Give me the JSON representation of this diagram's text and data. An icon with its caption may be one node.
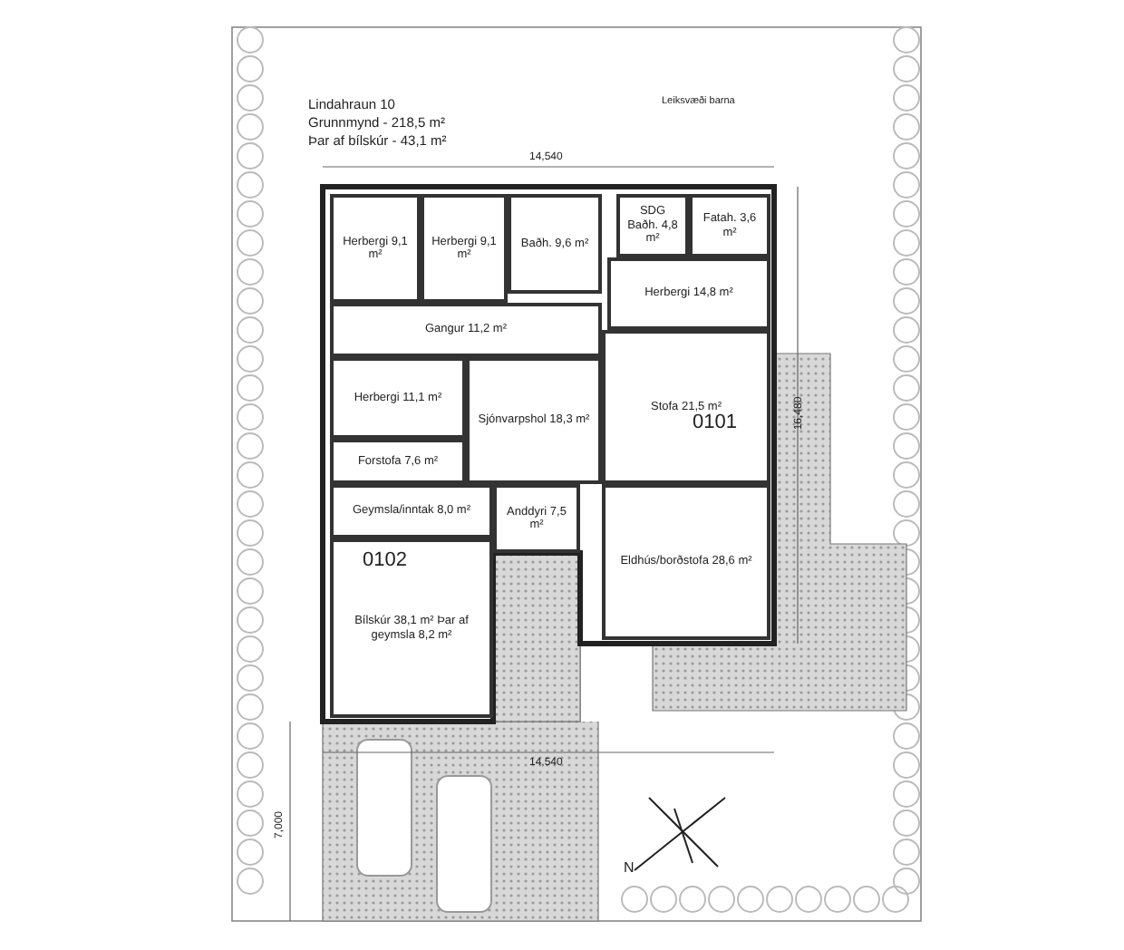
{
  "diagram": {
    "title": "Lindahraun 10",
    "nodes": [
      {
        "text": [
          "Herbergi 9,1 m²"
        ]
      },
      {
        "text": [
          "Herbergi 9,1 m²"
        ]
      },
      {
        "text": [
          "Baðh. 9,6 m²"
        ]
      },
      {
        "text": [
          "SDG Baðh. 4,8 m²"
        ]
      },
      {
        "text": [
          "Fatah. 3,6 m²"
        ]
      },
      {
        "text": [
          "Herbergi 14,8 m²"
        ]
      },
      {
        "text": [
          "Gangur 11,2 m²"
        ]
      },
      {
        "text": [
          "Herbergi 11,1 m²"
        ]
      },
      {
        "text": [
          "Sjónvarpshol 18,3 m²"
        ]
      },
      {
        "text": [
          "Stofa 21,5 m²"
        ]
      },
      {
        "text": [
          "Forstofa 7,6 m²"
        ]
      },
      {
        "text": [
          "Geymsla/inntak 8,0 m²"
        ]
      },
      {
        "text": [
          "Bílskúr 38,1 m² Þar af geymsla 8,2 m²"
        ]
      },
      {
        "text": [
          "Anddyri 7,5 m²"
        ]
      },
      {
        "text": [
          "Eldhús/borðstofa 28,6 m²"
        ]
      }
    ],
    "edges": [],
    "labels": [
      "Grunnmynd - 218,5 m²",
      "Þar af bílskúr - 43,1 m²",
      "Leiksvæði barna",
      "0101",
      "0102",
      "14,540",
      "16,480",
      "14,540",
      "7,000",
      "N"
    ]
  }
}
